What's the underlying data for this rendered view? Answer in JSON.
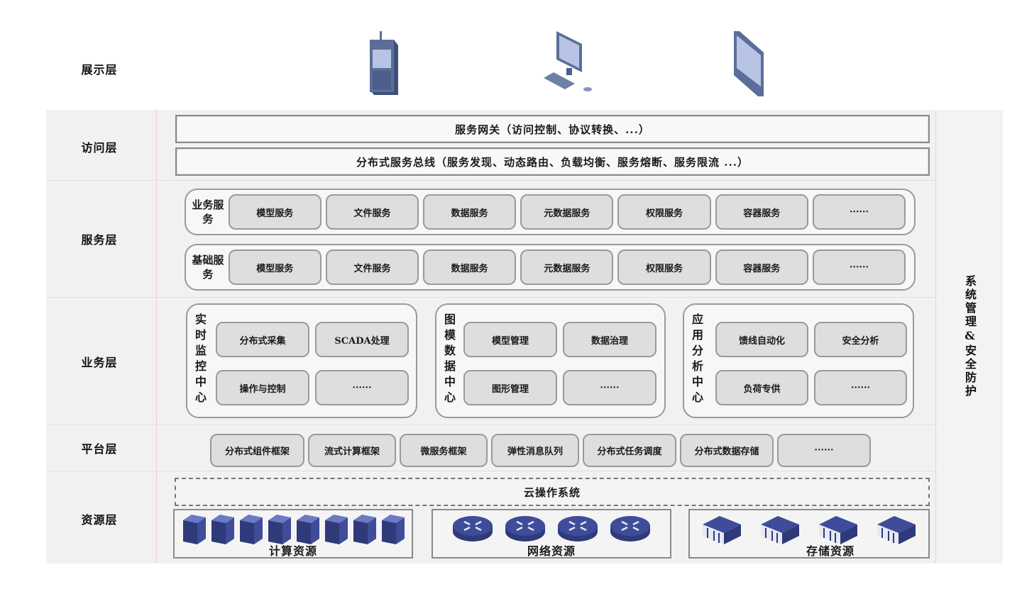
{
  "layers": {
    "presentation": "展示层",
    "access": "访问层",
    "service": "服务层",
    "business": "业务层",
    "platform": "平台层",
    "resource": "资源层"
  },
  "presentation": {
    "devices": [
      {
        "icon": "handheld-terminal-icon"
      },
      {
        "icon": "desktop-computer-icon"
      },
      {
        "icon": "tablet-icon"
      }
    ]
  },
  "access": {
    "gateway": "服务网关（访问控制、协议转换、...）",
    "bus": "分布式服务总线（服务发现、动态路由、负载均衡、服务熔断、服务限流 ...）"
  },
  "service": {
    "rows": [
      {
        "title": "业务服务",
        "items": [
          "模型服务",
          "文件服务",
          "数据服务",
          "元数据服务",
          "权限服务",
          "容器服务",
          "······"
        ]
      },
      {
        "title": "基础服务",
        "items": [
          "模型服务",
          "文件服务",
          "数据服务",
          "元数据服务",
          "权限服务",
          "容器服务",
          "······"
        ]
      }
    ]
  },
  "business": {
    "centers": [
      {
        "title": "实时监控中心",
        "items": [
          "分布式采集",
          "SCADA处理",
          "操作与控制",
          "······"
        ]
      },
      {
        "title": "图模数据中心",
        "items": [
          "模型管理",
          "数据治理",
          "图形管理",
          "······"
        ]
      },
      {
        "title": "应用分析中心",
        "items": [
          "馈线自动化",
          "安全分析",
          "负荷专供",
          "······"
        ]
      }
    ]
  },
  "platform": {
    "items": [
      "分布式组件框架",
      "流式计算框架",
      "微服务框架",
      "弹性消息队列",
      "分布式任务调度",
      "分布式数据存储",
      "······"
    ]
  },
  "resource": {
    "cloud_os": "云操作系统",
    "groups": [
      {
        "label": "计算资源",
        "icon": "server-icon",
        "count": 8
      },
      {
        "label": "网络资源",
        "icon": "router-icon",
        "count": 4
      },
      {
        "label": "存储资源",
        "icon": "storage-array-icon",
        "count": 4
      }
    ]
  },
  "side": {
    "label": "系统管理&安全防护"
  },
  "colors": {
    "icon_dark": "#2f3a7a",
    "icon_mid": "#3e4c99",
    "icon_light": "#6b7ac4",
    "device_body": "#5b6e9a",
    "device_screen": "#b8c4e4",
    "pill_fill": "#dedede",
    "pill_border": "#9a9a9a",
    "band_fill": "#f1f1f1"
  }
}
